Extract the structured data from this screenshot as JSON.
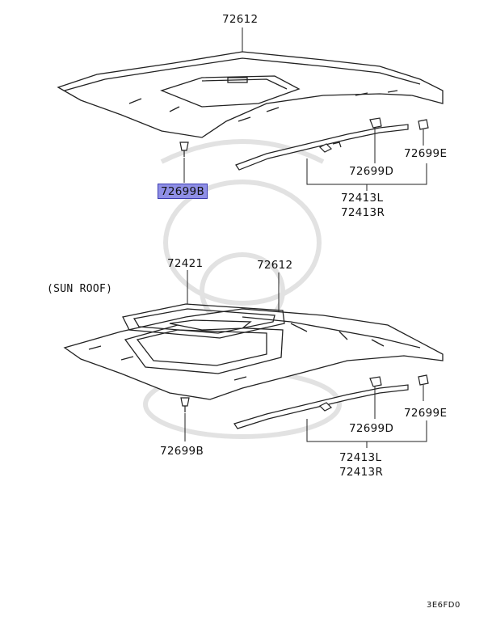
{
  "labels": {
    "top_headlining": "72612",
    "top_clip_b": "72699B",
    "top_clip_d": "72699D",
    "top_clip_e": "72699E",
    "top_trim_l": "72413L",
    "top_trim_r": "72413R",
    "sunroof_caption": "(SUN ROOF)",
    "bottom_weatherstrip": "72421",
    "bottom_headlining": "72612",
    "bottom_clip_b": "72699B",
    "bottom_clip_d": "72699D",
    "bottom_clip_e": "72699E",
    "bottom_trim_l": "72413L",
    "bottom_trim_r": "72413R",
    "figure_code": "3E6FD0"
  },
  "colors": {
    "line": "#222222",
    "highlight": "#8f8fe6",
    "watermark": "#dcdcdc"
  }
}
